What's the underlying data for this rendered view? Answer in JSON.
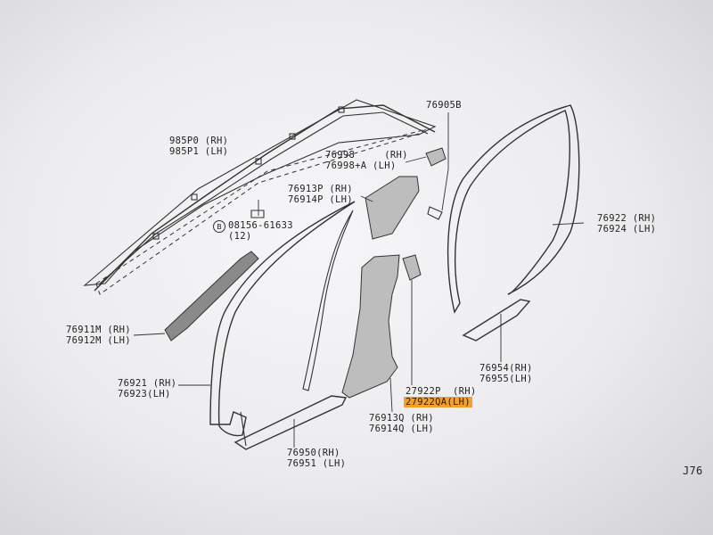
{
  "labels": {
    "p985p0": "985P0 (RH)",
    "p985p1": "985P1 (LH)",
    "p76905b": "76905B",
    "p76998": "76998     (RH)",
    "p76998a": "76998+A (LH)",
    "p76913p": "76913P (RH)",
    "p76914p": "76914P (LH)",
    "p08156_circle": "B",
    "p08156": "08156-61633",
    "p08156_qty": "(12)",
    "p76922": "76922 (RH)",
    "p76924": "76924 (LH)",
    "p76911m": "76911M (RH)",
    "p76912m": "76912M (LH)",
    "p76921": "76921 (RH)",
    "p76923": "76923(LH)",
    "p76954": "76954(RH)",
    "p76955": "76955(LH)",
    "p27922p": "27922P  (RH)",
    "p27922qa": "27922QA(LH)",
    "p76913q": "76913Q (RH)",
    "p76914q": "76914Q (LH)",
    "p76950": "76950(RH)",
    "p76951": "76951 (LH)",
    "page_code": "J76"
  },
  "colors": {
    "highlight": "#f3a12b",
    "line": "#333333",
    "background": "#ececee"
  }
}
